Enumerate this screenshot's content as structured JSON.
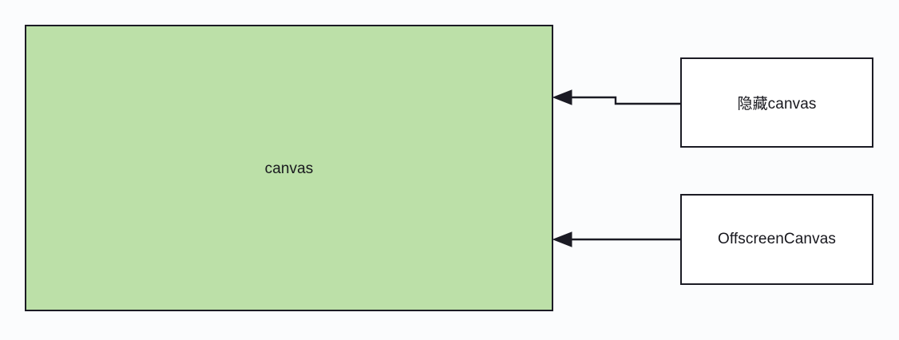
{
  "diagram": {
    "background_color": "#fbfcfd",
    "stroke_color": "#1b1b24",
    "nodes": [
      {
        "id": "canvas",
        "label": "canvas",
        "fill_color": "#bce0a8",
        "text_color": "#17171d"
      },
      {
        "id": "hidden-canvas",
        "label": "隐藏canvas",
        "fill_color": "#ffffff",
        "text_color": "#17171d"
      },
      {
        "id": "offscreen-canvas",
        "label": "OffscreenCanvas",
        "fill_color": "#ffffff",
        "text_color": "#17171d"
      }
    ],
    "connectors": [
      {
        "id": "hidden-canvas-to-canvas",
        "from": "hidden-canvas",
        "to": "canvas",
        "arrowhead": "left",
        "shape": "stepped"
      },
      {
        "id": "offscreen-canvas-to-canvas",
        "from": "offscreen-canvas",
        "to": "canvas",
        "arrowhead": "left",
        "shape": "straight"
      }
    ]
  }
}
